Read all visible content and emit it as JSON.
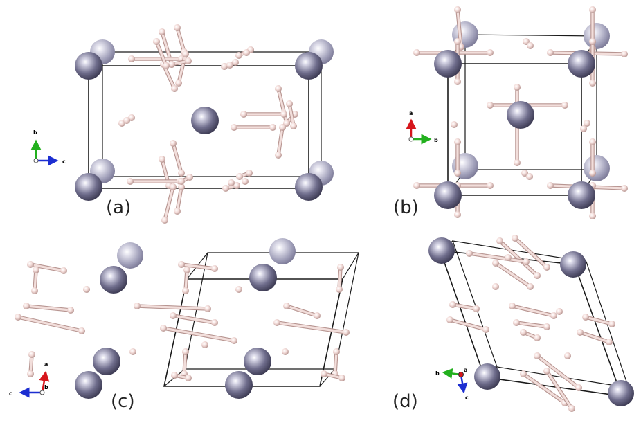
{
  "panels": [
    {
      "id": "a",
      "label": "(a)",
      "axes": {
        "up": "b",
        "right": "c",
        "view": ""
      }
    },
    {
      "id": "b",
      "label": "(b)",
      "axes": {
        "up": "a",
        "right": "b",
        "view": ""
      }
    },
    {
      "id": "c",
      "label": "(c)",
      "axes": {
        "up": "a",
        "left": "c",
        "view": "b"
      }
    },
    {
      "id": "d",
      "label": "(d)",
      "axes": {
        "left": "b",
        "down": "c",
        "view": "a"
      }
    }
  ],
  "atoms": {
    "large": {
      "color": "#6f6d8c"
    },
    "small": {
      "color": "#f0d6d2"
    }
  },
  "axis_colors": {
    "a": "#d6151b",
    "b": "#22b01e",
    "c": "#1c2ed1"
  }
}
